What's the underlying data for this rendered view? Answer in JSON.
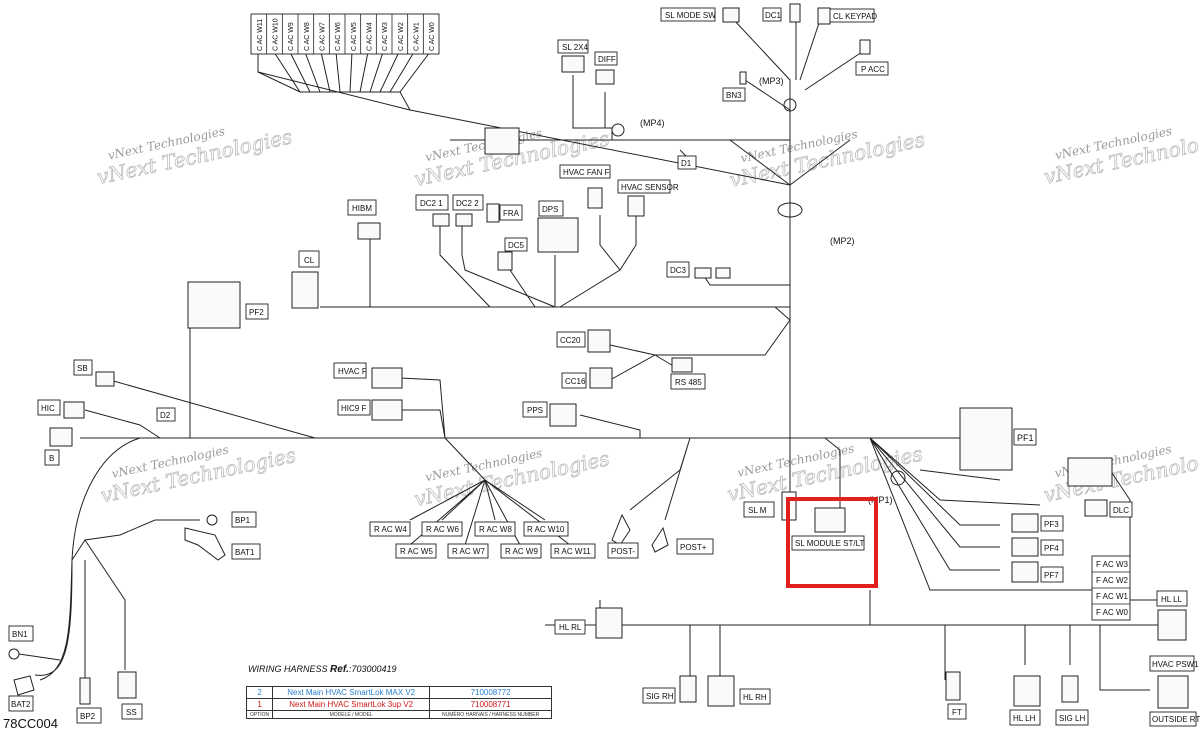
{
  "watermark": {
    "text": "vNext Technologies"
  },
  "doc_code": "78CC004",
  "wiring_harness": {
    "title_prefix": "WIRING HARNESS",
    "ref_label": "Ref.",
    "ref_value": ":703000419",
    "rows": [
      {
        "option": "2",
        "model": "Next Main HVAC SmartLok MAX V2",
        "part": "710008772",
        "color": "#2a7fd0"
      },
      {
        "option": "1",
        "model": "Next Main HVAC SmartLok 3up V2",
        "part": "710008771",
        "color": "#d01818"
      }
    ],
    "header": {
      "option": "OPTION",
      "model": "MODELE / MODEL",
      "part": "NUMÉRO HARNAIS / HARNESS NUMBER"
    }
  },
  "top_block_labels": [
    "C AC W11",
    "C AC W10",
    "C AC W9",
    "C AC W8",
    "C AC W7",
    "C AC W6",
    "C AC W5",
    "C AC W4",
    "C AC W3",
    "C AC W2",
    "C AC W1",
    "C AC W0"
  ],
  "connectors": {
    "sl_mode_sw": "SL MODE SW",
    "dc1": "DC1",
    "cl_keypad": "CL KEYPAD",
    "p_acc": "P ACC",
    "bn3": "BN3",
    "mp3": "(MP3)",
    "sl_2x4": "SL 2X4",
    "diff": "DIFF",
    "mp4": "(MP4)",
    "d1": "D1",
    "mp2": "(MP2)",
    "hibm": "HIBM",
    "dc2_1": "DC2 1",
    "dc2_2": "DC2 2",
    "fra": "FRA",
    "hvac_fan_f": "HVAC FAN F",
    "hvac_sensor": "HVAC SENSOR",
    "dps": "DPS",
    "dc5": "DC5",
    "dc3": "DC3",
    "cl": "CL",
    "pf2": "PF2",
    "cc20": "CC20",
    "cc16": "CC16",
    "rs485": "RS 485",
    "sb": "SB",
    "hvac_f": "HVAC F",
    "hic9_f": "HIC9 F",
    "pps": "PPS",
    "hic": "HIC",
    "d2": "D2",
    "b": "B",
    "pf1": "PF1",
    "mp1": "(MP1)",
    "dlc": "DLC",
    "sl_m": "SL M",
    "sl_module": "SL MODULE ST/LT",
    "pf3": "PF3",
    "pf4": "PF4",
    "pf7": "PF7",
    "post_minus": "POST-",
    "post_plus": "POST+",
    "bp1": "BP1",
    "bat1": "BAT1",
    "hl_rl": "HL RL",
    "hl_ll": "HL LL",
    "sig_rh": "SIG RH",
    "hl_rh": "HL RH",
    "ft": "FT",
    "hl_lh": "HL LH",
    "sig_lh": "SIG LH",
    "hvac_psw1": "HVAC PSW1",
    "outside_rtd": "OUTSIDE RTD",
    "bn1": "BN1",
    "bat2": "BAT2",
    "bp2": "BP2",
    "ss": "SS"
  },
  "r_ac_labels": [
    "R AC W4",
    "R AC W6",
    "R AC W8",
    "R AC W10",
    "R AC W5",
    "R AC W7",
    "R AC W9",
    "R AC W11"
  ],
  "f_ac_labels": [
    "F AC W3",
    "F AC W2",
    "F AC W1",
    "F AC W0"
  ],
  "highlight_color": "#e0201c"
}
